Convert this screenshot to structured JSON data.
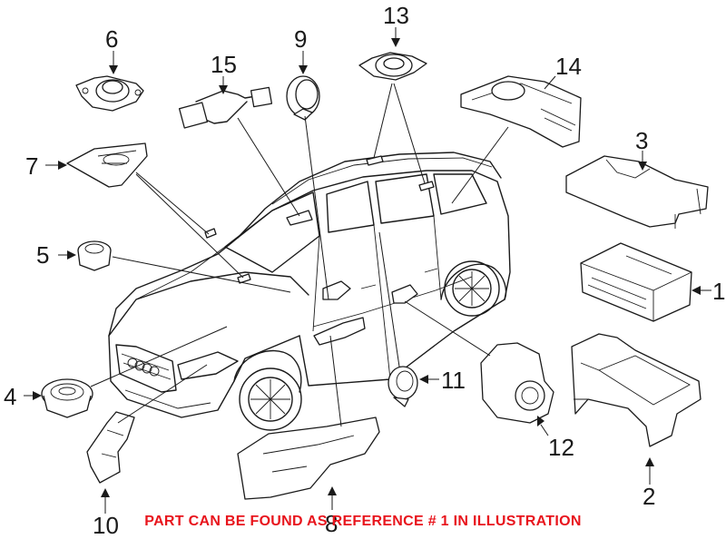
{
  "diagram": {
    "note": "PART CAN BE FOUND AS REFERENCE # 1 IN ILLUSTRATION",
    "note_color": "#e8141c",
    "line_color": "#1a1a1a",
    "callouts": [
      "1",
      "2",
      "3",
      "4",
      "5",
      "6",
      "7",
      "8",
      "9",
      "10",
      "11",
      "12",
      "13",
      "14",
      "15"
    ]
  }
}
